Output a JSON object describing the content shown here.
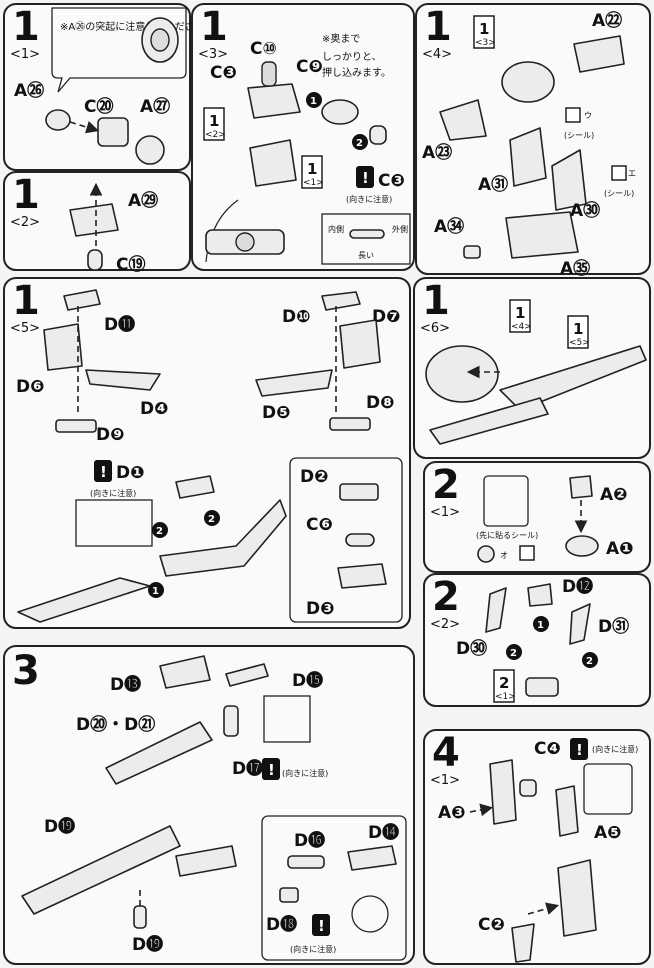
{
  "colors": {
    "ink": "#111111",
    "paper": "#fafafa",
    "part": "#ececec",
    "shade": "#dcdcdc"
  },
  "steps": {
    "s1_1": {
      "num": "1",
      "sub": "<1>"
    },
    "s1_2": {
      "num": "1",
      "sub": "<2>"
    },
    "s1_3": {
      "num": "1",
      "sub": "<3>"
    },
    "s1_4": {
      "num": "1",
      "sub": "<4>"
    },
    "s1_5": {
      "num": "1",
      "sub": "<5>"
    },
    "s1_6": {
      "num": "1",
      "sub": "<6>"
    },
    "s2_1": {
      "num": "2",
      "sub": "<1>"
    },
    "s2_2": {
      "num": "2",
      "sub": "<2>"
    },
    "s3": {
      "num": "3"
    },
    "s4_1": {
      "num": "4",
      "sub": "<1>"
    }
  },
  "notes": {
    "n1": "※A㉖の突起に注意してください。",
    "n2a": "※奥まで",
    "n2b": "しっかりと、",
    "n2c": "押し込みます。",
    "caution": "(向きに注意)",
    "caution2": "(向きに注意)",
    "inside": "内側",
    "outside": "外側",
    "long": "長い",
    "seal": "(シール)",
    "seal2": "(シール)",
    "seal_first": "(先に貼るシール)",
    "seal_u": "ウ",
    "seal_e": "エ",
    "seal_o": "オ"
  },
  "labels": {
    "A26": "A㉖",
    "C20": "C⑳",
    "A27": "A㉗",
    "A29": "A㉙",
    "C19": "C⑲",
    "C10": "C⑩",
    "C3a": "C❸",
    "C9": "C❾",
    "C3b": "C❸",
    "A22": "A㉒",
    "A23": "A㉓",
    "A31": "A㉛",
    "A30": "A㉚",
    "A34": "A㉞",
    "A35": "A㉟",
    "D11": "D⓫",
    "D6": "D❻",
    "D4": "D❹",
    "D9": "D❾",
    "D10": "D❿",
    "D7": "D❼",
    "D5": "D❺",
    "D8": "D❽",
    "D1": "D❶",
    "D2": "D❷",
    "C6": "C❻",
    "D3": "D❸",
    "A2": "A❷",
    "A1": "A❶",
    "D12": "D⓬",
    "D30": "D㉚",
    "D31": "D㉛",
    "D13": "D⓭",
    "D15": "D⓯",
    "D20_21": "D⑳・D㉑",
    "D17": "D⓱",
    "D19a": "D⓳",
    "D16": "D⓰",
    "D14": "D⓮",
    "D18": "D⓲",
    "D19b": "D⓳",
    "C4": "C❹",
    "A3": "A❸",
    "A5": "A❺",
    "C2": "C❷"
  },
  "refs": {
    "r1_2": {
      "num": "1",
      "sub": "<2>"
    },
    "r1_1": {
      "num": "1",
      "sub": "<1>"
    },
    "r1_3": {
      "num": "1",
      "sub": "<3>"
    },
    "r1_4": {
      "num": "1",
      "sub": "<4>"
    },
    "r1_5": {
      "num": "1",
      "sub": "<5>"
    },
    "r2_1": {
      "num": "2",
      "sub": "<1>"
    }
  },
  "order": {
    "one": "1",
    "two": "2",
    "warn": "!"
  }
}
